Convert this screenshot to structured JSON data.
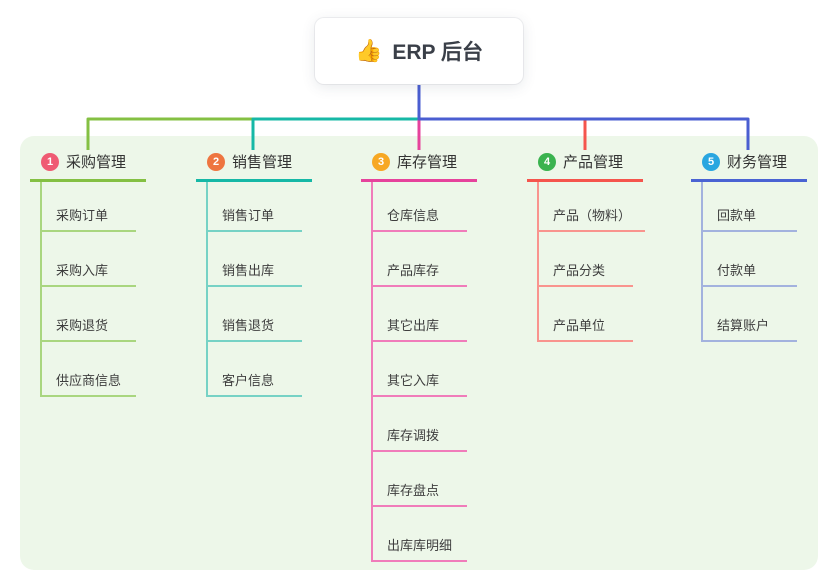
{
  "root": {
    "label": "ERP 后台",
    "emoji": "👍",
    "stem_color": "#4a5ed1"
  },
  "panel": {
    "bg_color": "#edf7e9"
  },
  "branches": [
    {
      "slug": "purchase",
      "badge": "1",
      "badge_color": "#ef5b73",
      "line_color": "#84c043",
      "child_line_color": "#a9d67f",
      "title": "采购管理",
      "children": [
        "采购订单",
        "采购入库",
        "采购退货",
        "供应商信息"
      ]
    },
    {
      "slug": "sales",
      "badge": "2",
      "badge_color": "#ee7540",
      "line_color": "#16b8a6",
      "child_line_color": "#76d2c5",
      "title": "销售管理",
      "children": [
        "销售订单",
        "销售出库",
        "销售退货",
        "客户信息"
      ]
    },
    {
      "slug": "inventory",
      "badge": "3",
      "badge_color": "#f7a823",
      "line_color": "#e6439c",
      "child_line_color": "#f07cba",
      "title": "库存管理",
      "children": [
        "仓库信息",
        "产品库存",
        "其它出库",
        "其它入库",
        "库存调拨",
        "库存盘点",
        "出库库明细"
      ]
    },
    {
      "slug": "product",
      "badge": "4",
      "badge_color": "#3ab34f",
      "line_color": "#f5554d",
      "child_line_color": "#f9948e",
      "title": "产品管理",
      "children": [
        "产品（物料）",
        "产品分类",
        "产品单位"
      ]
    },
    {
      "slug": "finance",
      "badge": "5",
      "badge_color": "#29a6e0",
      "line_color": "#4a63d3",
      "child_line_color": "#a3b2de",
      "title": "财务管理",
      "children": [
        "回款单",
        "付款单",
        "结算账户"
      ]
    }
  ]
}
